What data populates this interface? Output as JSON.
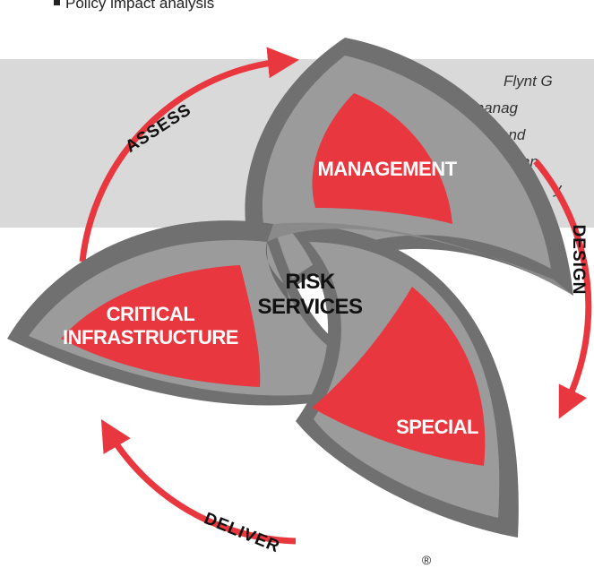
{
  "bullet_text": "Policy impact analysis",
  "side_text_lines": [
    "Flynt G",
    "manag",
    "and",
    "an",
    "y"
  ],
  "ring_labels": {
    "assess": "ASSESS",
    "design": "DESIGN",
    "deliver": "DELIVER"
  },
  "lobes": {
    "management": "MANAGEMENT",
    "critical_line1": "CRITICAL",
    "critical_line2": "INFRASTRUCTURE",
    "special": "SPECIAL"
  },
  "center": {
    "line1": "RISK",
    "line2": "SERVICES"
  },
  "registered_mark": "®",
  "colors": {
    "red": "#e8373e",
    "band_dark": "#707070",
    "band_light": "#9b9b9b",
    "background_band": "#d9d9d9"
  }
}
